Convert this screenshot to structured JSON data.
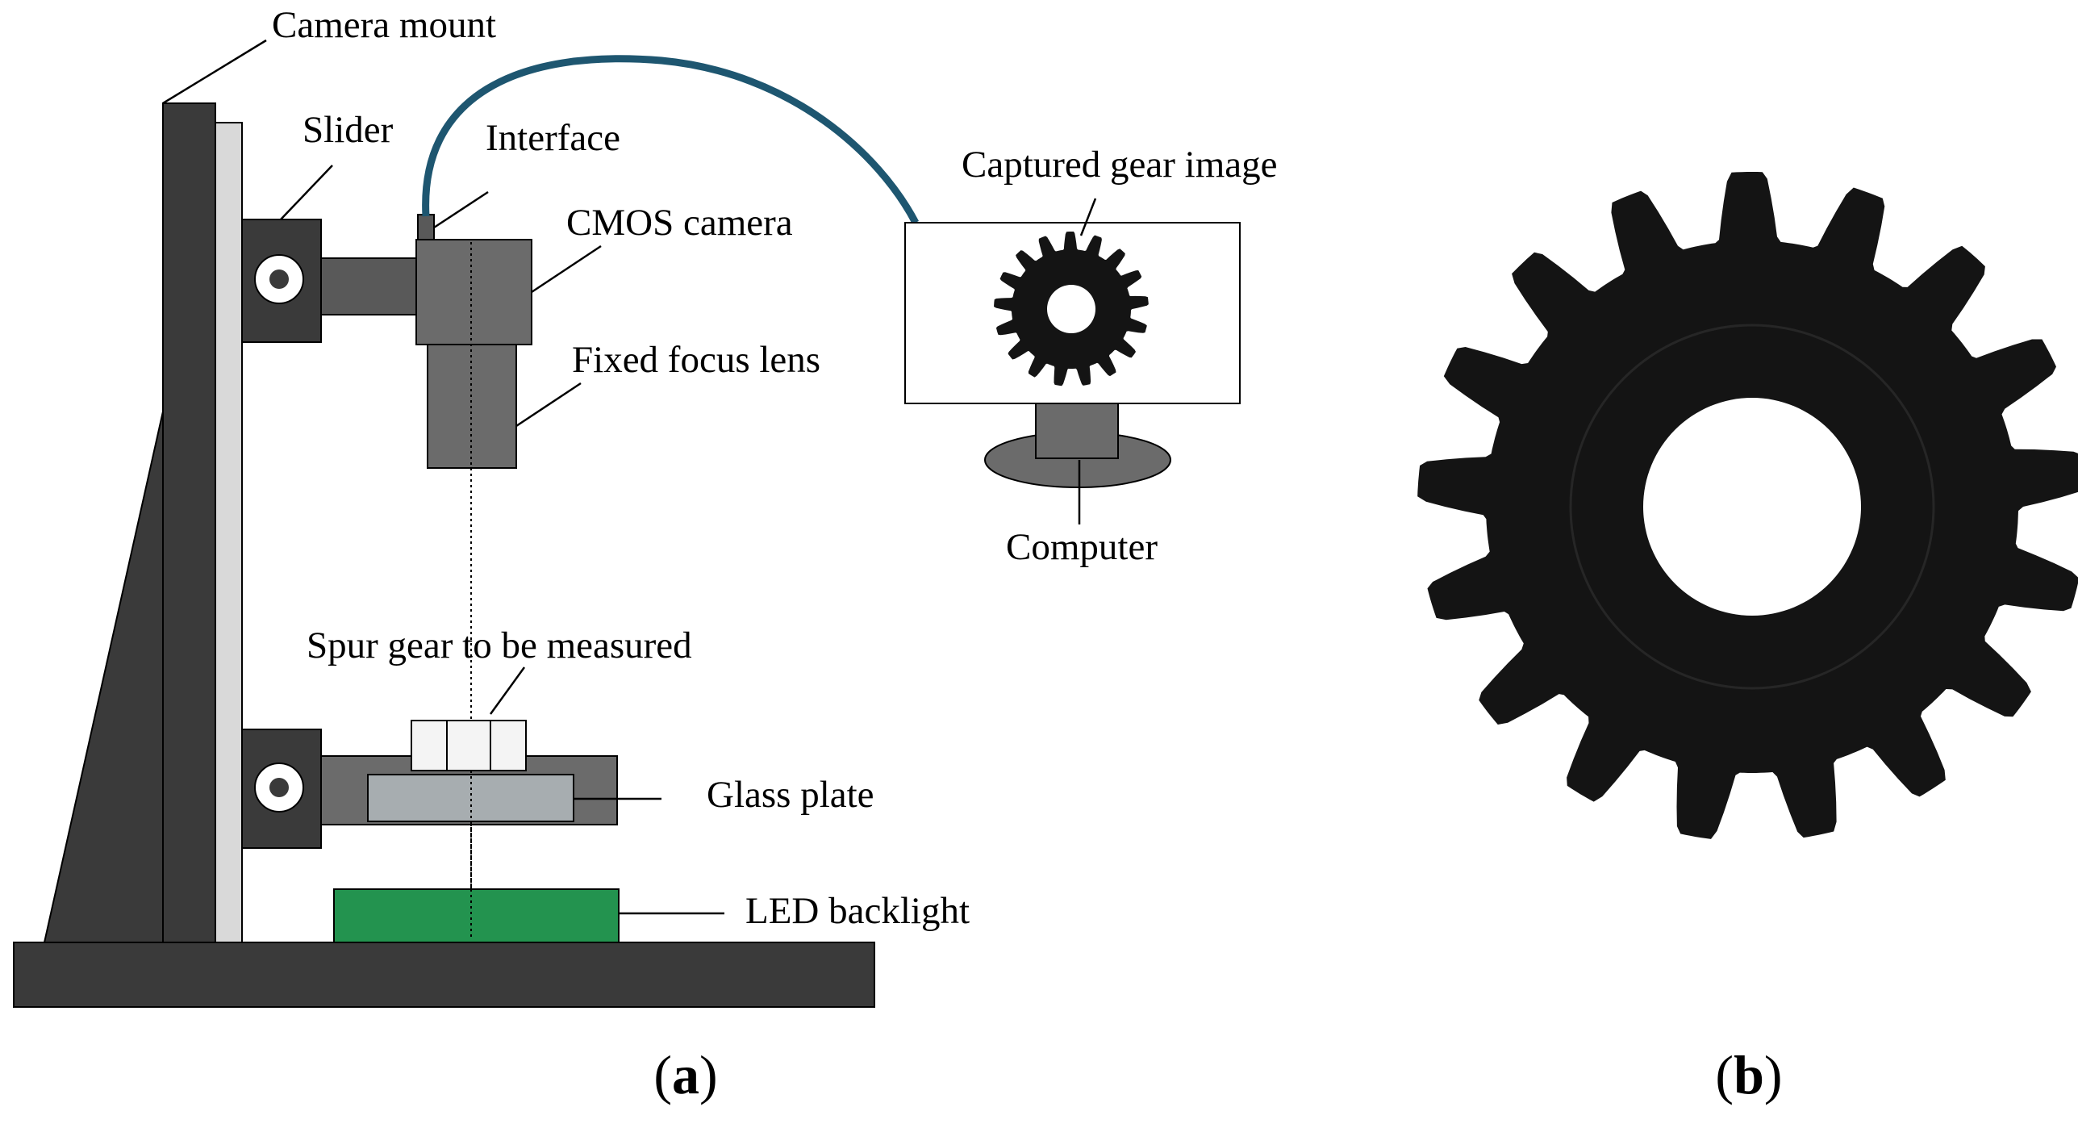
{
  "labels": {
    "camera_mount": "Camera mount",
    "slider": "Slider",
    "interface": "Interface",
    "cmos_camera": "CMOS camera",
    "fixed_focus_lens": "Fixed focus lens",
    "captured_gear_image": "Captured gear image",
    "computer": "Computer",
    "spur_gear": "Spur gear to be measured",
    "glass_plate": "Glass plate",
    "led_backlight": "LED backlight"
  },
  "panels": {
    "a": {
      "open": "(",
      "letter": "a",
      "close": ")"
    },
    "b": {
      "open": "(",
      "letter": "b",
      "close": ")"
    }
  },
  "gear": {
    "teeth": 17
  },
  "colors": {
    "frame_dark": "#3a3a3a",
    "frame_light": "#d9d9d9",
    "camera_gray": "#6b6b6b",
    "glass": "#a7adb0",
    "led_green": "#23934f",
    "cable": "#1e5670",
    "gear_black": "#141414"
  }
}
